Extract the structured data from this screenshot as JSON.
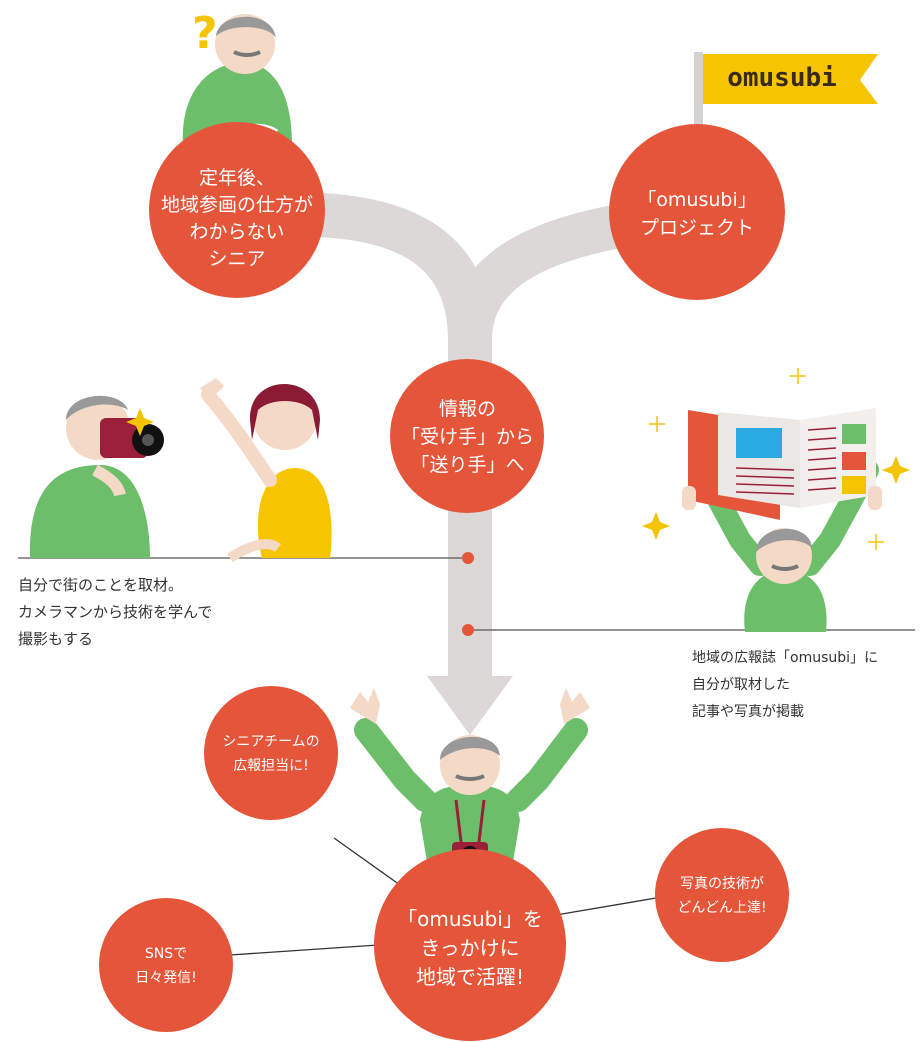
{
  "flag_logo": "omusubi",
  "nodes": {
    "senior_problem": "定年後、\n地域参画の仕方が\nわからない\nシニア",
    "project": "「omusubi」\nプロジェクト",
    "transition": "情報の\n「受け手」から\n「送り手」へ",
    "result": "「omusubi」を\nきっかけに\n地域で活躍!",
    "pr_role": "シニアチームの\n広報担当に!",
    "sns": "SNSで\n日々発信!",
    "photo_skill": "写真の技術が\nどんどん上達!"
  },
  "captions": {
    "left": "自分で街のことを取材。\nカメラマンから技術を学んで\n撮影もする",
    "right": "地域の広報誌「omusubi」に\n自分が取材した\n記事や写真が掲載"
  },
  "colors": {
    "accent_red": "#E4553A",
    "flow_gray": "#DCD8D8",
    "shirt_green": "#6DBE6A",
    "flag_yellow": "#F7C500",
    "camera_maroon": "#9C1F3A",
    "magazine_blue": "#29ABE2",
    "sparkle_yellow": "#F5C400"
  }
}
